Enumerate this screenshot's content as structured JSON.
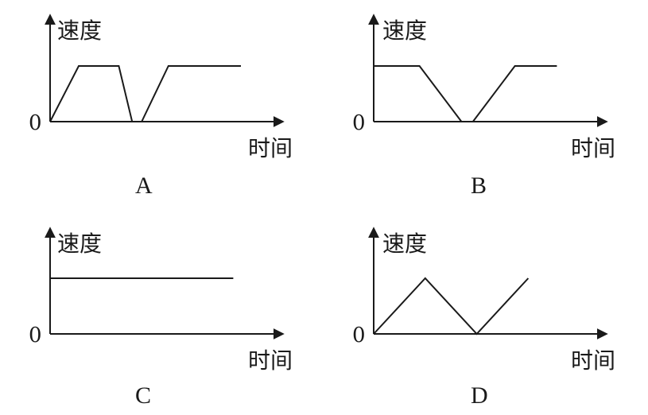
{
  "panels": [
    {
      "letter": "A",
      "y_label": "速度",
      "x_label": "时间",
      "origin_label": "0",
      "chart_data": {
        "type": "line",
        "x": [
          0,
          1.5,
          3.6,
          4.3,
          4.8,
          6.2,
          10
        ],
        "y": [
          0,
          1,
          1,
          0,
          0,
          1,
          1
        ],
        "xlim": [
          0,
          12
        ],
        "ylim": [
          0,
          1.5
        ]
      }
    },
    {
      "letter": "B",
      "y_label": "速度",
      "x_label": "时间",
      "origin_label": "0",
      "chart_data": {
        "type": "line",
        "x": [
          0,
          2.4,
          4.6,
          5.2,
          7.4,
          9.6
        ],
        "y": [
          1,
          1,
          0,
          0,
          1,
          1
        ],
        "xlim": [
          0,
          12
        ],
        "ylim": [
          0,
          1.5
        ]
      }
    },
    {
      "letter": "C",
      "y_label": "速度",
      "x_label": "时间",
      "origin_label": "0",
      "chart_data": {
        "type": "line",
        "x": [
          0,
          9.6
        ],
        "y": [
          1,
          1
        ],
        "xlim": [
          0,
          12
        ],
        "ylim": [
          0,
          1.5
        ]
      }
    },
    {
      "letter": "D",
      "y_label": "速度",
      "x_label": "时间",
      "origin_label": "0",
      "chart_data": {
        "type": "line",
        "x": [
          0,
          2.7,
          5.4,
          8.1
        ],
        "y": [
          0,
          1,
          0,
          1
        ],
        "xlim": [
          0,
          12
        ],
        "ylim": [
          0,
          1.5
        ]
      }
    }
  ]
}
